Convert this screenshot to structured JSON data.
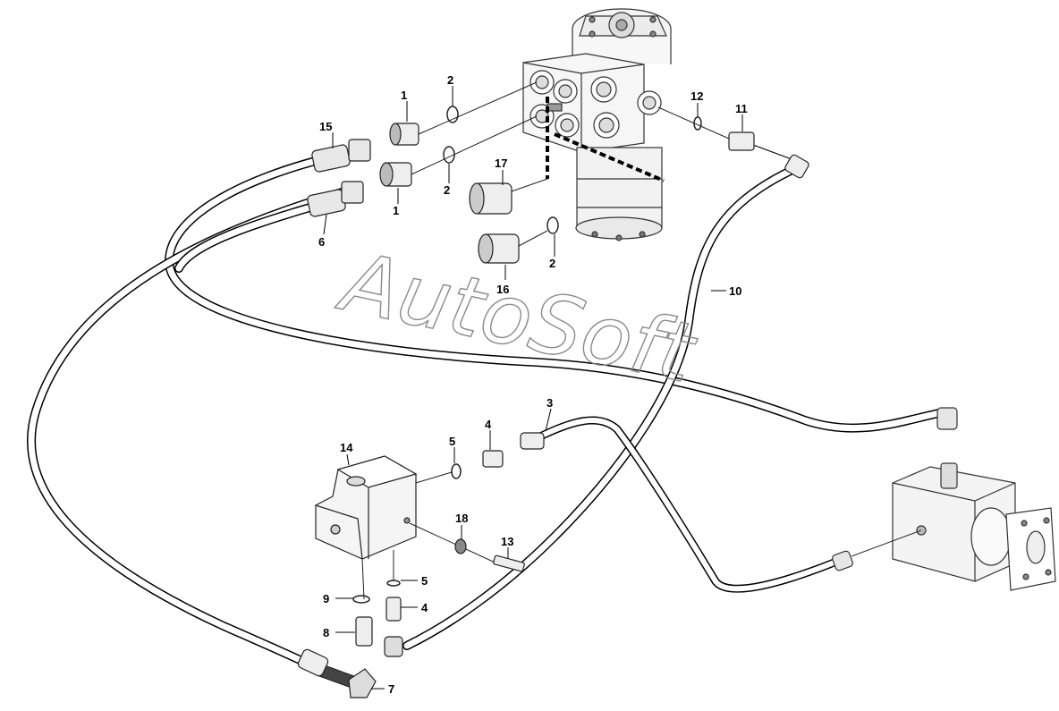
{
  "watermark": "AutoSoft",
  "callouts": {
    "c1a": "1",
    "c1b": "1",
    "c2a": "2",
    "c2b": "2",
    "c2c": "2",
    "c3": "3",
    "c4a": "4",
    "c4b": "4",
    "c5a": "5",
    "c5b": "5",
    "c6": "6",
    "c7": "7",
    "c8": "8",
    "c9": "9",
    "c10": "10",
    "c11": "11",
    "c12": "12",
    "c13": "13",
    "c14": "14",
    "c15": "15",
    "c16": "16",
    "c17": "17",
    "c18": "18"
  }
}
